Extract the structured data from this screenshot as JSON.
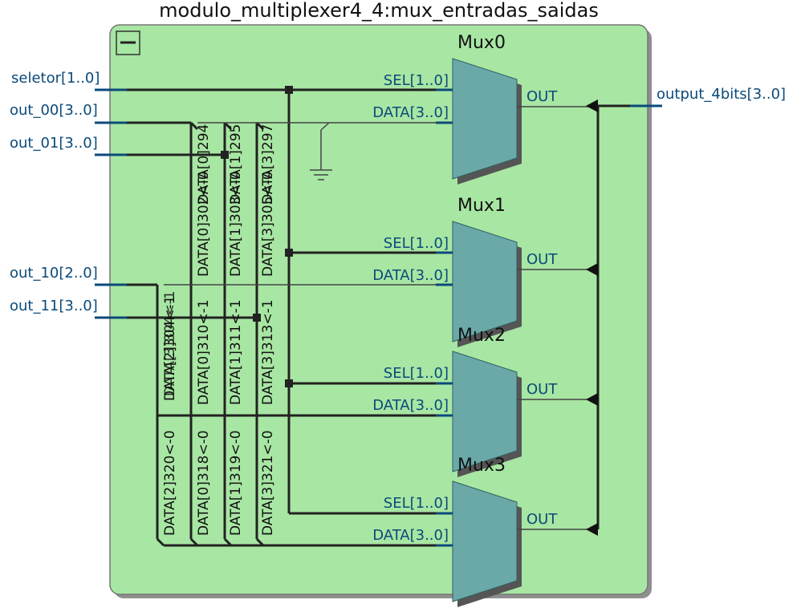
{
  "title": "modulo_multiplexer4_4:mux_entradas_saidas",
  "collapse_icon": "minus-icon",
  "colors": {
    "block_fill": "#a8e6a3",
    "mux_fill": "#6aa9a8",
    "port_text": "#0b4a7a",
    "wire": "#222222"
  },
  "inputs": [
    {
      "id": "seletor",
      "label": "seletor[1..0]"
    },
    {
      "id": "out00",
      "label": "out_00[3..0]"
    },
    {
      "id": "out01",
      "label": "out_01[3..0]"
    },
    {
      "id": "out10",
      "label": "out_10[2..0]"
    },
    {
      "id": "out11",
      "label": "out_11[3..0]"
    }
  ],
  "output": {
    "label": "output_4bits[3..0]"
  },
  "muxes": [
    {
      "name": "Mux0",
      "sel": "SEL[1..0]",
      "data": "DATA[3..0]",
      "out": "OUT"
    },
    {
      "name": "Mux1",
      "sel": "SEL[1..0]",
      "data": "DATA[3..0]",
      "out": "OUT"
    },
    {
      "name": "Mux2",
      "sel": "SEL[1..0]",
      "data": "DATA[3..0]",
      "out": "OUT"
    },
    {
      "name": "Mux3",
      "sel": "SEL[1..0]",
      "data": "DATA[3..0]",
      "out": "OUT"
    }
  ],
  "bus_labels": {
    "col_a_low": "DATA[2]320<-0",
    "col_a_high": "DATA[2]304<-1",
    "col_a_overlap": "DATA[3]304<-1",
    "col_b_low": "DATA[0]318<-0",
    "col_b_mid": "DATA[0]310<-1",
    "col_b_high": "DATA[0]294",
    "col_b_overlap": "DATA[0]302<-0",
    "col_c_low": "DATA[1]319<-0",
    "col_c_mid": "DATA[1]311<-1",
    "col_c_high": "DATA[1]295",
    "col_c_overlap": "DATA[1]303<-0",
    "col_d_low": "DATA[3]321<-0",
    "col_d_mid": "DATA[3]313<-1",
    "col_d_high": "DATA[3]297",
    "col_d_overlap": "DATA[3]305<-0"
  }
}
